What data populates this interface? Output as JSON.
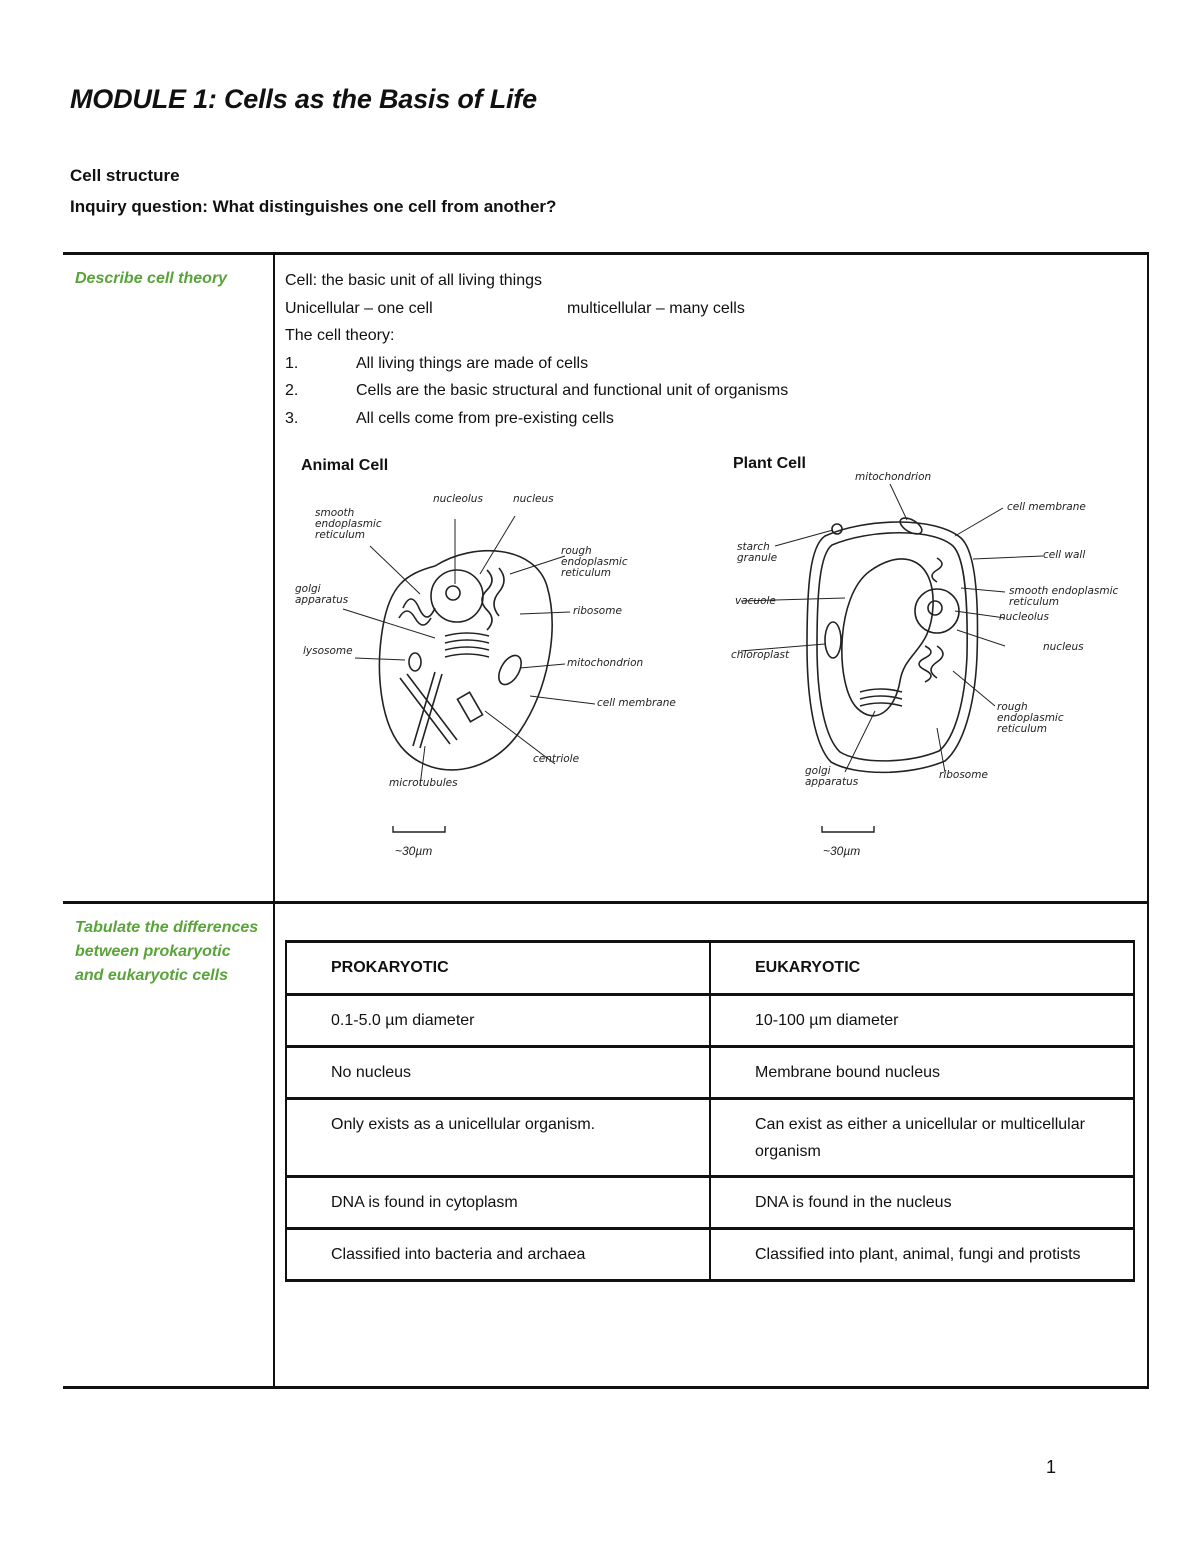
{
  "module_title": "MODULE 1: Cells as the Basis of Life",
  "section_heading": "Cell structure",
  "inquiry_question": "Inquiry question: What distinguishes one cell from another?",
  "rows": [
    {
      "outcome": "Describe cell theory",
      "lines": {
        "cell_def": "Cell: the basic unit of all living things",
        "unicellular": "Unicellular – one cell",
        "multicellular": "multicellular – many cells",
        "theory_heading": "The cell theory:"
      },
      "theory_points": [
        {
          "num": "1.",
          "text": "All living things are made of cells"
        },
        {
          "num": "2.",
          "text": "Cells are the basic structural and functional unit of organisms"
        },
        {
          "num": "3.",
          "text": "All cells come from pre-existing cells"
        }
      ],
      "figure": {
        "animal": {
          "title": "Animal Cell",
          "labels": {
            "nucleolus": "nucleolus",
            "nucleus": "nucleus",
            "smooth_er": "smooth endoplasmic reticulum",
            "rough_er": "rough endoplasmic reticulum",
            "golgi": "golgi apparatus",
            "ribosome": "ribosome",
            "lysosome": "lysosome",
            "mitochondrion": "mitochondrion",
            "cell_membrane": "cell membrane",
            "centriole": "centriole",
            "microtubules": "microtubules"
          },
          "scale": "~30µm"
        },
        "plant": {
          "title": "Plant Cell",
          "labels": {
            "mitochondrion": "mitochondrion",
            "cell_membrane": "cell membrane",
            "starch_granule": "starch granule",
            "cell_wall": "cell wall",
            "smooth_er": "smooth endoplasmic reticulum",
            "vacuole": "vacuole",
            "nucleolus": "nucleolus",
            "chloroplast": "chloroplast",
            "nucleus": "nucleus",
            "rough_er": "rough endoplasmic reticulum",
            "golgi": "golgi apparatus",
            "ribosome": "ribosome"
          },
          "scale": "~30µm"
        }
      }
    },
    {
      "outcome": "Tabulate the differences between prokaryotic and eukaryotic cells",
      "table": {
        "headers": [
          "PROKARYOTIC",
          "EUKARYOTIC"
        ],
        "rows": [
          [
            "0.1-5.0 µm diameter",
            "10-100 µm diameter"
          ],
          [
            "No nucleus",
            "Membrane bound nucleus"
          ],
          [
            "Only exists as a unicellular organism.",
            "Can exist as either a unicellular or multicellular organism"
          ],
          [
            "DNA is found in cytoplasm",
            "DNA is found in the nucleus"
          ],
          [
            "Classified into bacteria and archaea",
            "Classified into plant, animal, fungi and protists"
          ]
        ]
      }
    }
  ],
  "page_number": "1"
}
